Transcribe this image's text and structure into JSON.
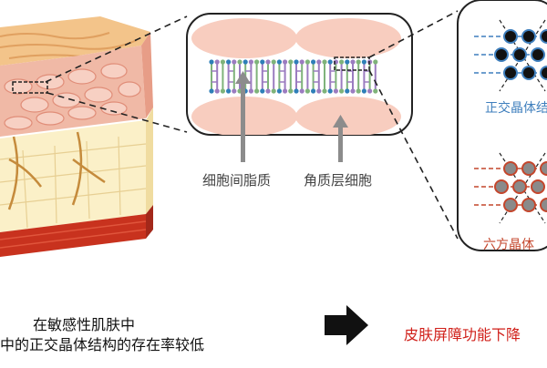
{
  "labels": {
    "intercellular_lipid": "细胞间脂质",
    "corneocyte": "角质层细胞",
    "orthorhombic": "正交晶体结",
    "hexagonal": "六方晶体"
  },
  "caption": {
    "line1": "在敏感性肌肤中",
    "line2": "中的正交晶体结构的存在率较低"
  },
  "result": "皮肤屏障功能下降",
  "colors": {
    "orthorhombic": "#3f7fbd",
    "hexagonal": "#c4462c",
    "result_text": "#d0201a",
    "epidermis": "#f0b9a6",
    "stratum_corneum": "#f3c48a",
    "dermis_red": "#c8321e",
    "lipid_purple": "#9b7cc0",
    "lipid_green": "#7fb37a",
    "lipid_blue": "#2f7fb8"
  },
  "icons": {
    "arrow": "right-arrow-icon"
  }
}
